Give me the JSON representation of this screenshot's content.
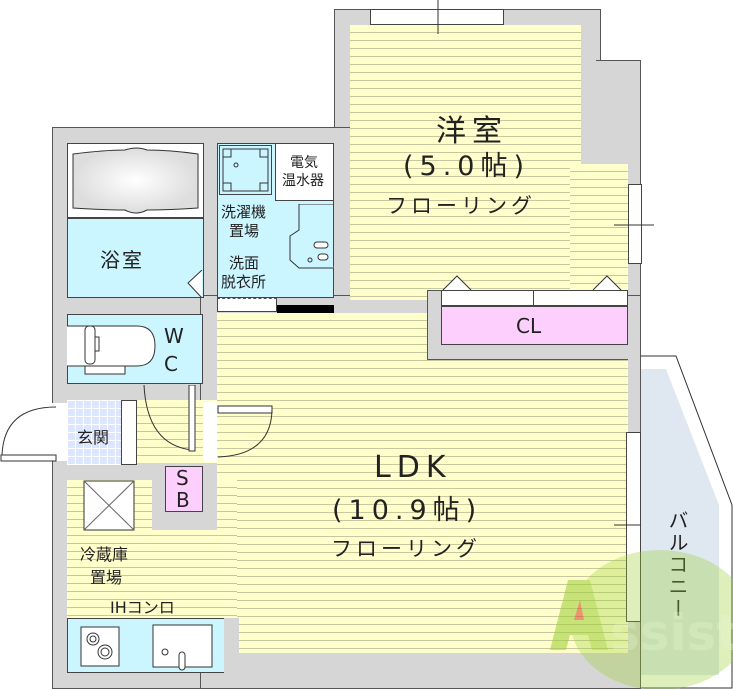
{
  "floorplan": {
    "rooms": {
      "western_room": {
        "name": "洋室",
        "size": "(5.0帖)",
        "floor": "フローリング"
      },
      "ldk": {
        "name": "LDK",
        "size": "(10.9帖)",
        "floor": "フローリング"
      },
      "bathroom": {
        "name": "浴室"
      },
      "washroom": {
        "line1": "洗濯機",
        "line2": "置場",
        "line3": "洗面",
        "line4": "脱衣所"
      },
      "water_heater": {
        "line1": "電気",
        "line2": "温水器"
      },
      "toilet": {
        "line1": "W",
        "line2": "C"
      },
      "entrance": {
        "name": "玄関"
      },
      "shoe_box": {
        "line1": "S",
        "line2": "B"
      },
      "closet": {
        "name": "CL"
      },
      "fridge": {
        "line1": "冷蔵庫",
        "line2": "置場"
      },
      "stove": {
        "name": "IHコンロ"
      },
      "balcony": {
        "name": "バルコニー"
      }
    },
    "watermark": {
      "text": "Assist"
    },
    "colors": {
      "wall": "#d6d6d6",
      "floor": "#ffffcc",
      "wet_area": "#ccf6ff",
      "storage": "#fccffc",
      "entrance_tile": "#dde6ff",
      "watermark": "#9acd32"
    }
  }
}
